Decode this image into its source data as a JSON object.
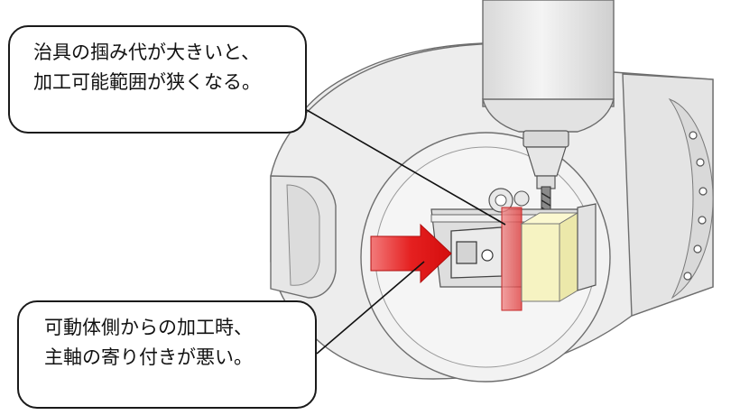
{
  "callouts": {
    "top": {
      "line1": "治具の掴み代が大きいと、",
      "line2": "加工可能範囲が狭くなる。"
    },
    "bottom": {
      "line1": "可動体側からの加工時、",
      "line2": "主軸の寄り付きが悪い。"
    }
  },
  "colors": {
    "machine_body": "#ececec",
    "machine_outline": "#6b6b6b",
    "workpiece": "#f6f3c2",
    "highlight_band": "#e23c3c",
    "arrow": "#e01414"
  },
  "icons": {
    "direction_arrow": "arrow-right-icon",
    "cutting_tool": "end-mill-icon"
  }
}
